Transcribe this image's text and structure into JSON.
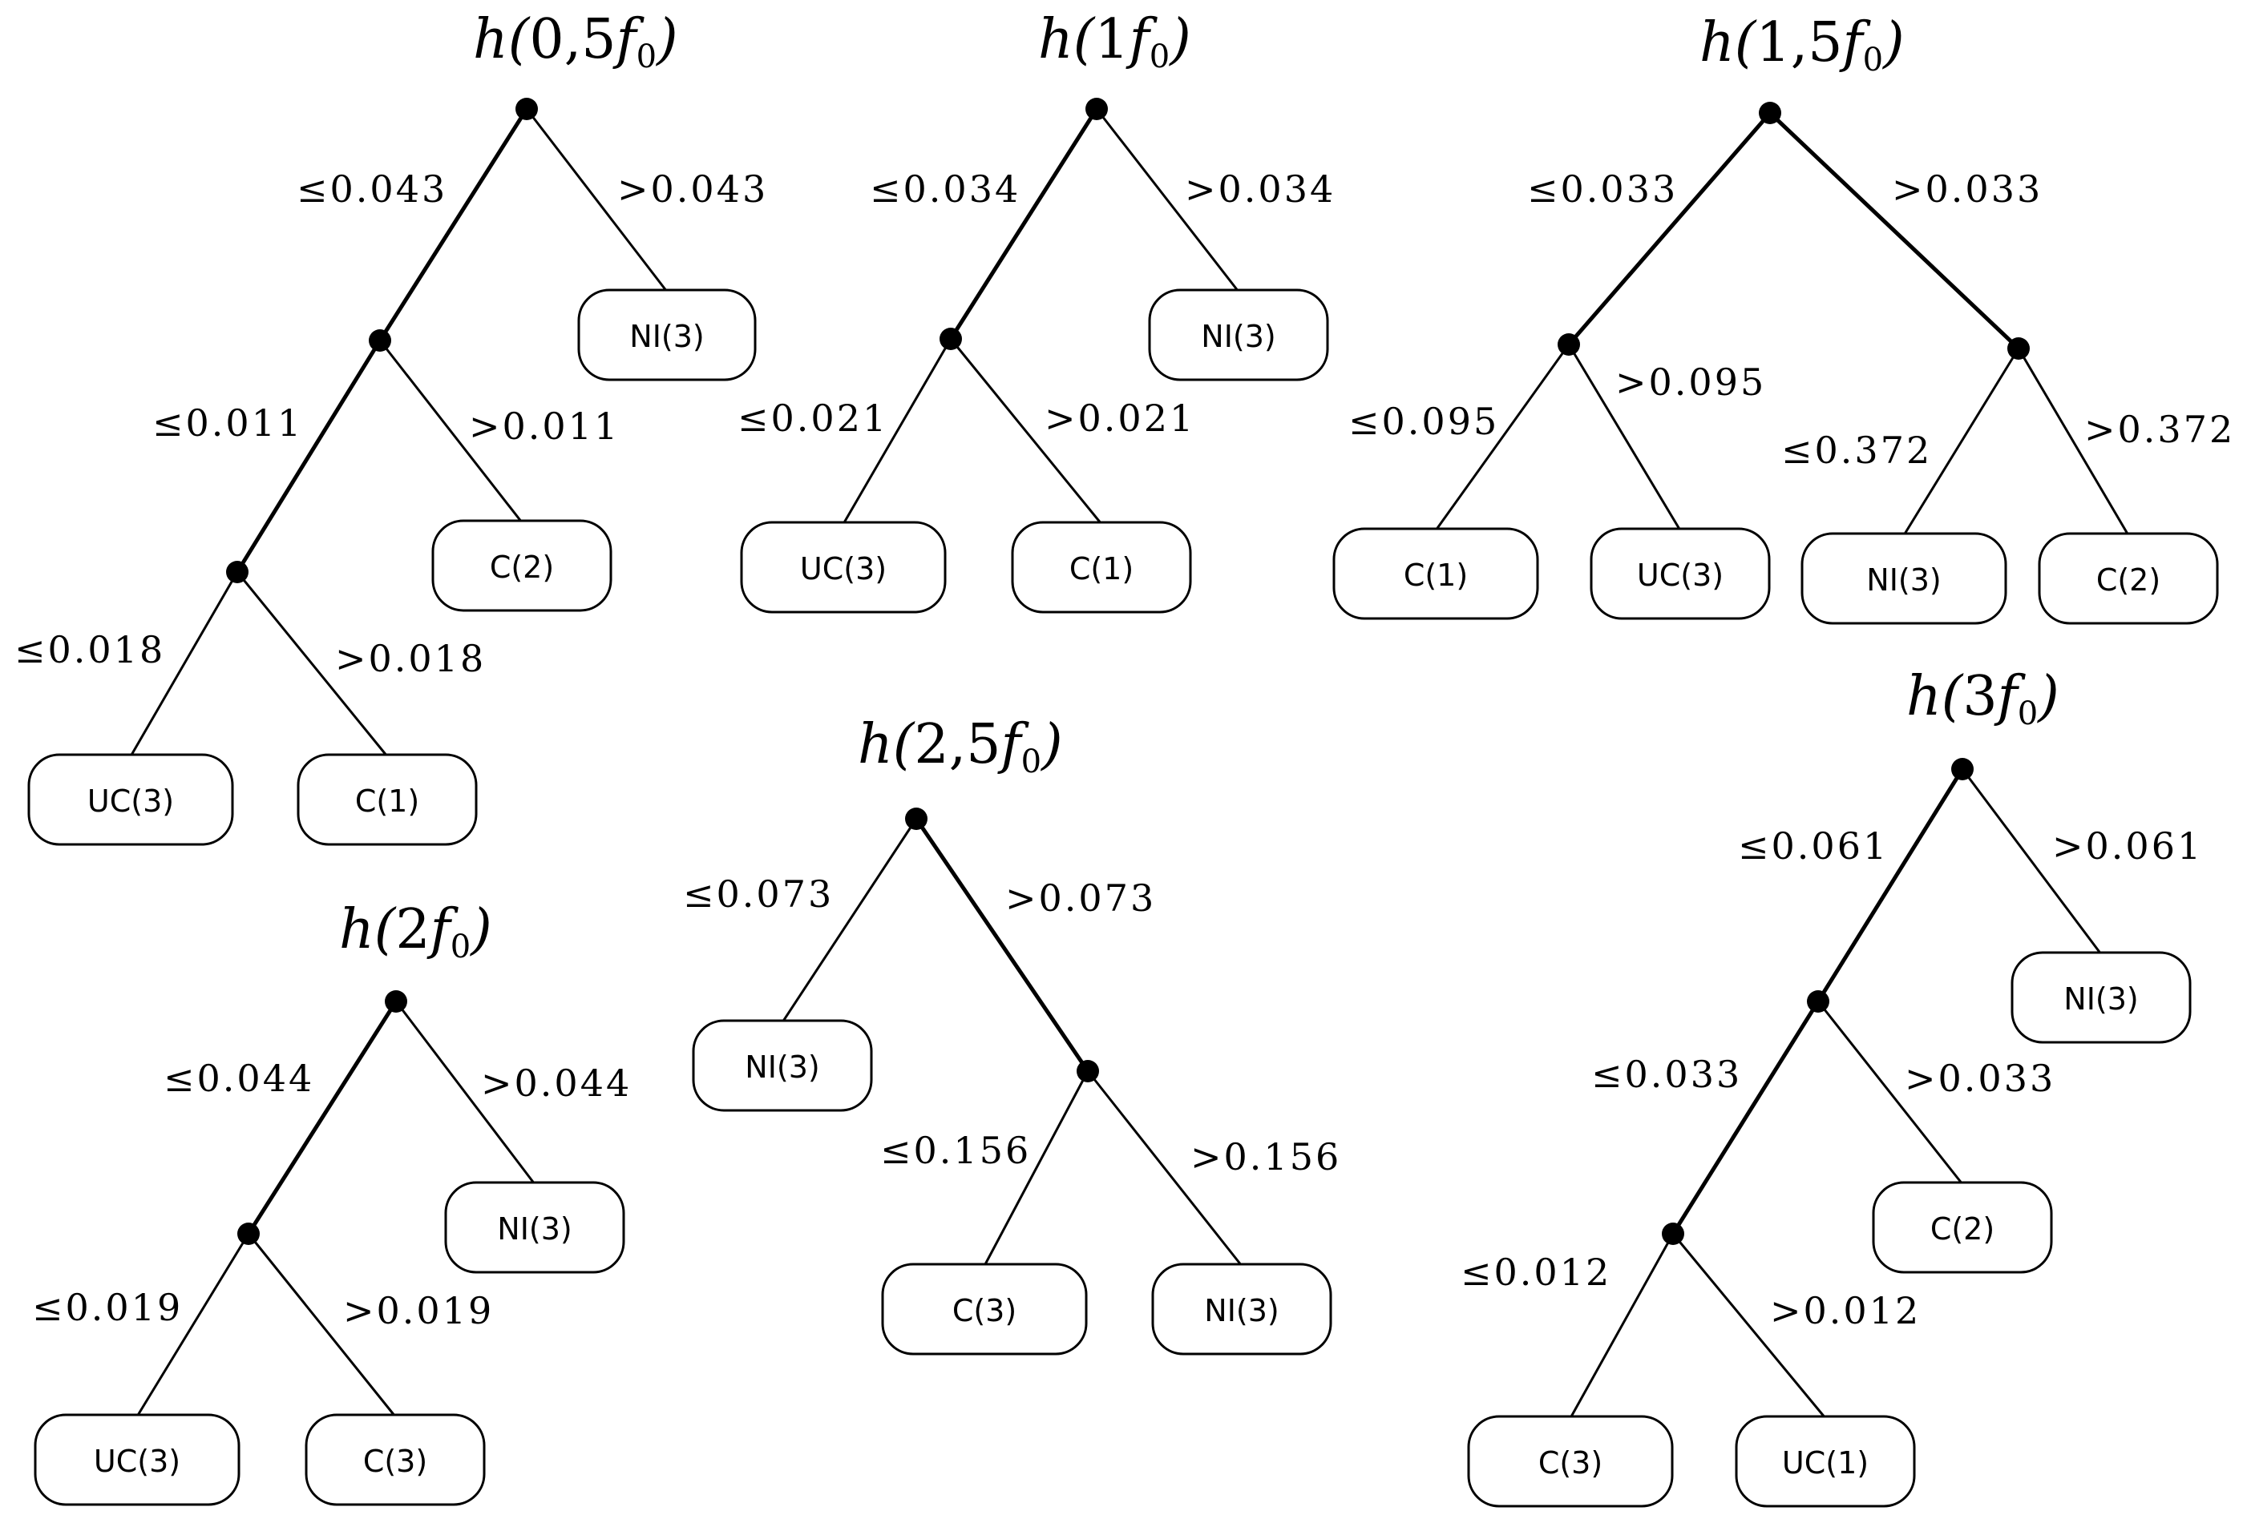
{
  "trees": [
    {
      "id": "tree-0-5f0",
      "title": {
        "var": "h",
        "open": "(",
        "coef": "0,5",
        "f": "f",
        "sub": "0",
        "close": ")"
      },
      "root": {
        "left": {
          "label": "≤0.043",
          "node": {
            "left": {
              "label": "≤0.011",
              "node": {
                "left": {
                  "label": "≤0.018",
                  "leaf": "UC(3)"
                },
                "right": {
                  "label": ">0.018",
                  "leaf": "C(1)"
                }
              }
            },
            "right": {
              "label": ">0.011",
              "leaf": "C(2)"
            }
          }
        },
        "right": {
          "label": ">0.043",
          "leaf": "NI(3)"
        }
      }
    },
    {
      "id": "tree-1f0",
      "title": {
        "var": "h",
        "open": "(",
        "coef": "1",
        "f": "f",
        "sub": "0",
        "close": ")"
      },
      "root": {
        "left": {
          "label": "≤0.034",
          "node": {
            "left": {
              "label": "≤0.021",
              "leaf": "UC(3)"
            },
            "right": {
              "label": ">0.021",
              "leaf": "C(1)"
            }
          }
        },
        "right": {
          "label": ">0.034",
          "leaf": "NI(3)"
        }
      }
    },
    {
      "id": "tree-1-5f0",
      "title": {
        "var": "h",
        "open": "(",
        "coef": "1,5",
        "f": "f",
        "sub": "0",
        "close": ")"
      },
      "root": {
        "left": {
          "label": "≤0.033",
          "node": {
            "left": {
              "label": "≤0.095",
              "leaf": "C(1)"
            },
            "right": {
              "label": ">0.095",
              "leaf": "UC(3)"
            }
          }
        },
        "right": {
          "label": ">0.033",
          "node": {
            "left": {
              "label": "≤0.372",
              "leaf": "NI(3)"
            },
            "right": {
              "label": ">0.372",
              "leaf": "C(2)"
            }
          }
        }
      }
    },
    {
      "id": "tree-2f0",
      "title": {
        "var": "h",
        "open": "(",
        "coef": "2",
        "f": "f",
        "sub": "0",
        "close": ")"
      },
      "root": {
        "left": {
          "label": "≤0.044",
          "node": {
            "left": {
              "label": "≤0.019",
              "leaf": "UC(3)"
            },
            "right": {
              "label": ">0.019",
              "leaf": "C(3)"
            }
          }
        },
        "right": {
          "label": ">0.044",
          "leaf": "NI(3)"
        }
      }
    },
    {
      "id": "tree-2-5f0",
      "title": {
        "var": "h",
        "open": "(",
        "coef": "2,5",
        "f": "f",
        "sub": "0",
        "close": ")"
      },
      "root": {
        "left": {
          "label": "≤0.073",
          "leaf": "NI(3)"
        },
        "right": {
          "label": ">0.073",
          "node": {
            "left": {
              "label": "≤0.156",
              "leaf": "C(3)"
            },
            "right": {
              "label": ">0.156",
              "leaf": "NI(3)"
            }
          }
        }
      }
    },
    {
      "id": "tree-3f0",
      "title": {
        "var": "h",
        "open": "(",
        "coef": "3",
        "f": "f",
        "sub": "0",
        "close": ")"
      },
      "root": {
        "left": {
          "label": "≤0.061",
          "node": {
            "left": {
              "label": "≤0.033",
              "node": {
                "left": {
                  "label": "≤0.012",
                  "leaf": "C(3)"
                },
                "right": {
                  "label": ">0.012",
                  "leaf": "UC(1)"
                }
              }
            },
            "right": {
              "label": ">0.033",
              "leaf": "C(2)"
            }
          }
        },
        "right": {
          "label": ">0.061",
          "leaf": "NI(3)"
        }
      }
    }
  ]
}
